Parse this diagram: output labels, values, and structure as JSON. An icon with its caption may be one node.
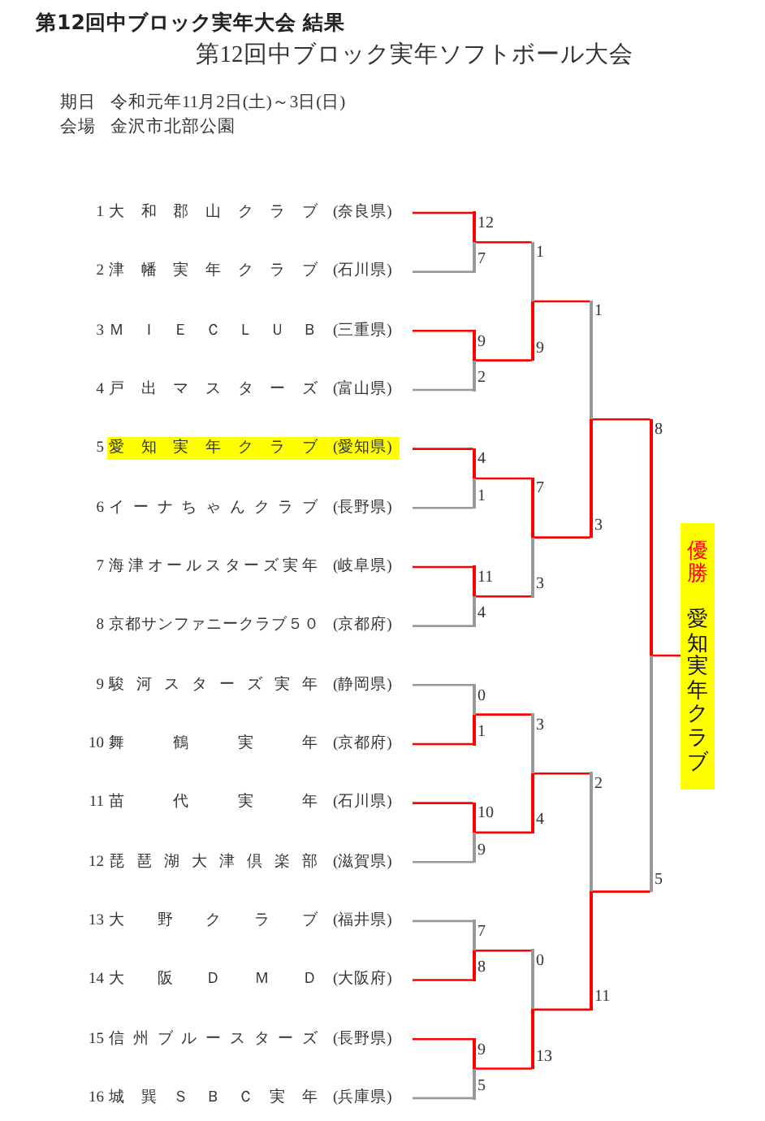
{
  "diagram": {
    "title": "第12回中ブロック実年大会 結果",
    "nodes": [
      {
        "text": [
          "1",
          "大和郡山クラブ",
          "(奈良県)"
        ]
      },
      {
        "text": [
          "2",
          "津幡実年クラブ",
          "(石川県)"
        ]
      },
      {
        "text": [
          "3",
          "ＭＩＥＣＬＵＢ",
          "(三重県)"
        ]
      },
      {
        "text": [
          "4",
          "戸出マスターズ",
          "(富山県)"
        ]
      },
      {
        "text": [
          "5",
          "愛知実年クラブ",
          "(愛知県)"
        ]
      },
      {
        "text": [
          "6",
          "イーナちゃんクラブ",
          "(長野県)"
        ]
      },
      {
        "text": [
          "7",
          "海津オールスターズ実年",
          "(岐阜県)"
        ]
      },
      {
        "text": [
          "8",
          "京都サンファニークラブ５０",
          "(京都府)"
        ]
      },
      {
        "text": [
          "9",
          "駿河スターズ実年",
          "(静岡県)"
        ]
      },
      {
        "text": [
          "10",
          "舞鶴実年",
          "(京都府)"
        ]
      },
      {
        "text": [
          "11",
          "苗代実年",
          "(石川県)"
        ]
      },
      {
        "text": [
          "12",
          "琵琶湖大津倶楽部",
          "(滋賀県)"
        ]
      },
      {
        "text": [
          "13",
          "大野クラブ",
          "(福井県)"
        ]
      },
      {
        "text": [
          "14",
          "大阪ＤＭＤ",
          "(大阪府)"
        ]
      },
      {
        "text": [
          "15",
          "信州ブルースターズ",
          "(長野県)"
        ]
      },
      {
        "text": [
          "16",
          "城巽ＳＢＣ実年",
          "(兵庫県)"
        ]
      },
      {
        "text": [],
        "shape": "bar",
        "beside": [
          "12",
          "7"
        ]
      },
      {
        "text": [],
        "shape": "bar",
        "beside": [
          "9",
          "2"
        ]
      },
      {
        "text": [],
        "shape": "bar",
        "beside": [
          "4",
          "1"
        ]
      },
      {
        "text": [],
        "shape": "bar",
        "beside": [
          "11",
          "4"
        ]
      },
      {
        "text": [],
        "shape": "bar",
        "beside": [
          "0",
          "1"
        ]
      },
      {
        "text": [],
        "shape": "bar",
        "beside": [
          "10",
          "9"
        ]
      },
      {
        "text": [],
        "shape": "bar",
        "beside": [
          "7",
          "8"
        ]
      },
      {
        "text": [],
        "shape": "bar",
        "beside": [
          "9",
          "5"
        ]
      },
      {
        "text": [],
        "shape": "bar",
        "beside": [
          "1",
          "9"
        ]
      },
      {
        "text": [],
        "shape": "bar",
        "beside": [
          "7",
          "3"
        ]
      },
      {
        "text": [],
        "shape": "bar",
        "beside": [
          "3",
          "4"
        ]
      },
      {
        "text": [],
        "shape": "bar",
        "beside": [
          "0",
          "13"
        ]
      },
      {
        "text": [],
        "shape": "bar",
        "beside": [
          "1",
          "3"
        ]
      },
      {
        "text": [],
        "shape": "bar",
        "beside": [
          "2",
          "11"
        ]
      },
      {
        "text": [],
        "shape": "bar",
        "beside": [
          "8",
          "5"
        ]
      },
      {
        "text": [
          "優勝",
          "愛知実年クラブ"
        ]
      }
    ],
    "edges": [
      {
        "from": 0,
        "to": 16,
        "arrow": "none"
      },
      {
        "from": 1,
        "to": 16,
        "arrow": "none",
        "color": "#999999"
      },
      {
        "from": 2,
        "to": 17,
        "arrow": "none"
      },
      {
        "from": 3,
        "to": 17,
        "arrow": "none",
        "color": "#999999"
      },
      {
        "from": 4,
        "to": 18,
        "arrow": "none"
      },
      {
        "from": 5,
        "to": 18,
        "arrow": "none",
        "color": "#999999"
      },
      {
        "from": 6,
        "to": 19,
        "arrow": "none"
      },
      {
        "from": 7,
        "to": 19,
        "arrow": "none",
        "color": "#999999"
      },
      {
        "from": 8,
        "to": 20,
        "arrow": "none",
        "color": "#999999"
      },
      {
        "from": 9,
        "to": 20,
        "arrow": "none"
      },
      {
        "from": 10,
        "to": 21,
        "arrow": "none"
      },
      {
        "from": 11,
        "to": 21,
        "arrow": "none",
        "color": "#999999"
      },
      {
        "from": 12,
        "to": 22,
        "arrow": "none",
        "color": "#999999"
      },
      {
        "from": 13,
        "to": 22,
        "arrow": "none"
      },
      {
        "from": 14,
        "to": 23,
        "arrow": "none"
      },
      {
        "from": 15,
        "to": 23,
        "arrow": "none",
        "color": "#999999"
      },
      {
        "from": 16,
        "to": 24,
        "arrow": "none"
      },
      {
        "from": 17,
        "to": 24,
        "arrow": "none"
      },
      {
        "from": 18,
        "to": 25,
        "arrow": "none"
      },
      {
        "from": 19,
        "to": 25,
        "arrow": "none"
      },
      {
        "from": 20,
        "to": 26,
        "arrow": "none"
      },
      {
        "from": 21,
        "to": 26,
        "arrow": "none"
      },
      {
        "from": 22,
        "to": 27,
        "arrow": "none"
      },
      {
        "from": 23,
        "to": 27,
        "arrow": "none"
      },
      {
        "from": 24,
        "to": 28,
        "arrow": "none"
      },
      {
        "from": 25,
        "to": 28,
        "arrow": "none"
      },
      {
        "from": 26,
        "to": 29,
        "arrow": "none"
      },
      {
        "from": 27,
        "to": 29,
        "arrow": "none"
      },
      {
        "from": 28,
        "to": 30,
        "arrow": "none"
      },
      {
        "from": 29,
        "to": 30,
        "arrow": "none"
      },
      {
        "from": 30,
        "to": 31,
        "arrow": "none"
      }
    ],
    "labels": [
      "第12回中ブロック実年ソフトボール大会",
      "期日",
      "令和元年11月2日(土)～3日(日)",
      "会場",
      "金沢市北部公園"
    ]
  }
}
